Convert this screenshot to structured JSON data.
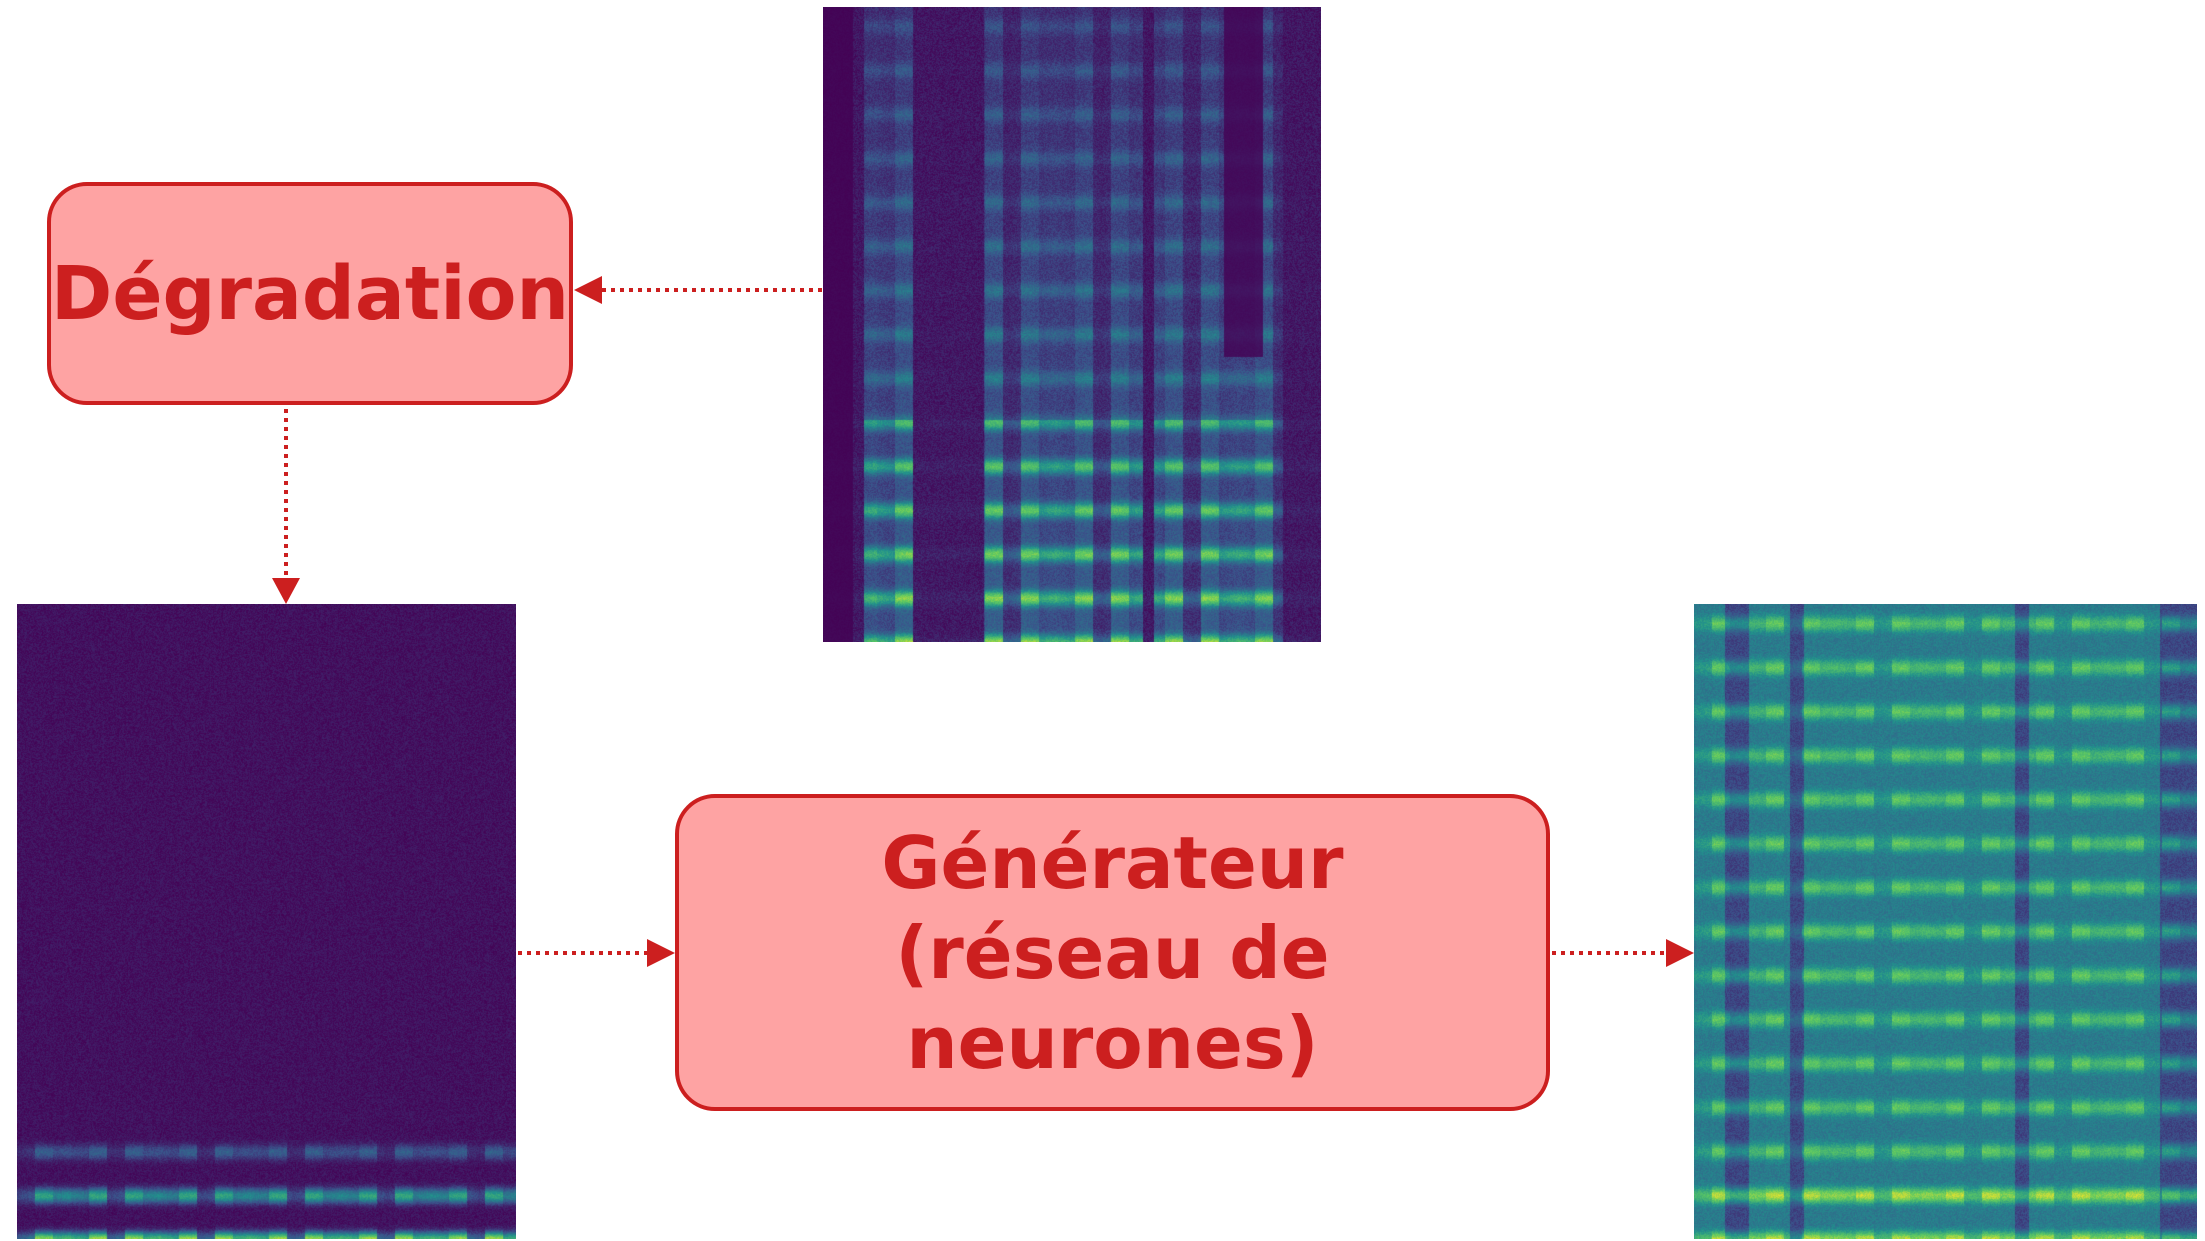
{
  "degradation": {
    "label": "Dégradation"
  },
  "generator": {
    "line1": "Générateur",
    "line2": "(réseau de neurones)"
  },
  "colors": {
    "accent": "#cc1f1f",
    "box_fill": "#fea3a3"
  }
}
